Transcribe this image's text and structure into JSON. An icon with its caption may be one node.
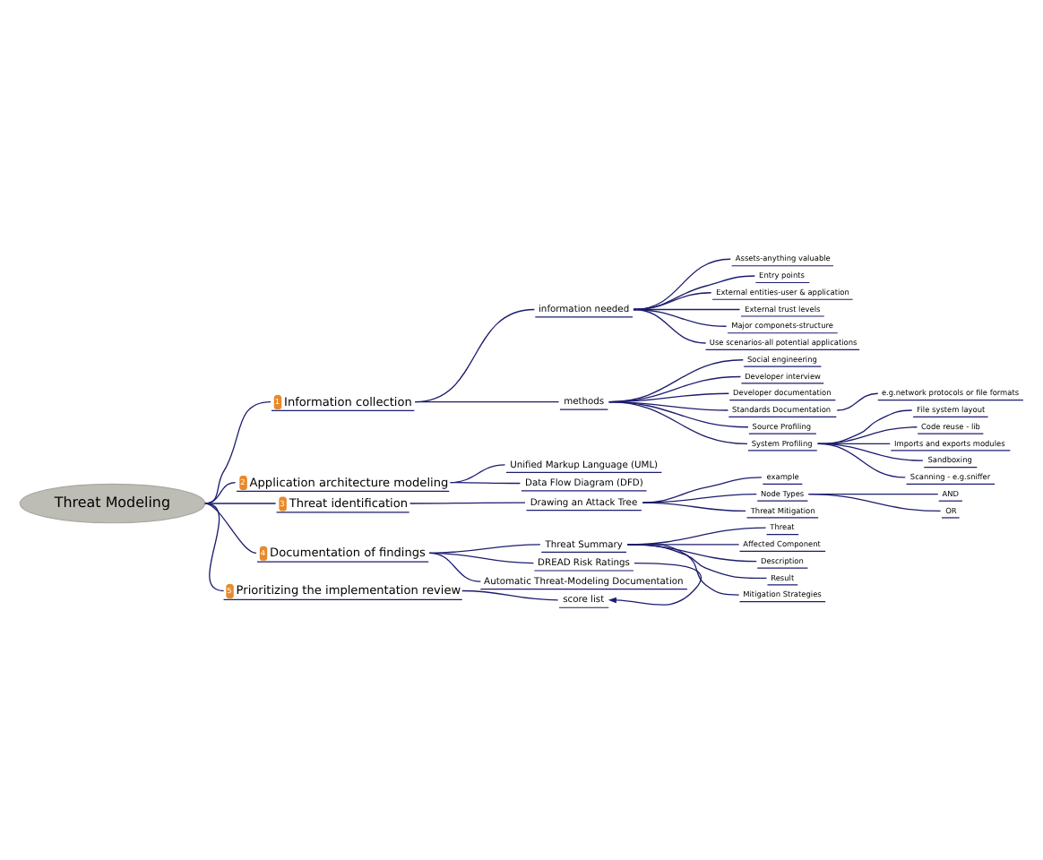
{
  "diagram": {
    "nodes": [
      {
        "text": [
          "Threat Modeling"
        ]
      },
      {
        "text": [
          "1",
          "Information collection"
        ]
      },
      {
        "text": [
          "information needed"
        ]
      },
      {
        "text": [
          "Assets-anything valuable"
        ]
      },
      {
        "text": [
          "Entry points"
        ]
      },
      {
        "text": [
          "External entities-user & application"
        ]
      },
      {
        "text": [
          "External trust levels"
        ]
      },
      {
        "text": [
          "Major componets-structure"
        ]
      },
      {
        "text": [
          "Use scenarios-all potential applications"
        ]
      },
      {
        "text": [
          "methods"
        ]
      },
      {
        "text": [
          "Social engineering"
        ]
      },
      {
        "text": [
          "Developer interview"
        ]
      },
      {
        "text": [
          "Developer documentation"
        ]
      },
      {
        "text": [
          "Standards Documentation"
        ]
      },
      {
        "text": [
          "e.g.network protocols or file formats"
        ]
      },
      {
        "text": [
          "Source Profiling"
        ]
      },
      {
        "text": [
          "System Profiling"
        ]
      },
      {
        "text": [
          "File system layout"
        ]
      },
      {
        "text": [
          "Code reuse - lib"
        ]
      },
      {
        "text": [
          "Imports and exports modules"
        ]
      },
      {
        "text": [
          "Sandboxing"
        ]
      },
      {
        "text": [
          "Scanning - e.g.sniffer"
        ]
      },
      {
        "text": [
          "2",
          "Application architecture modeling"
        ]
      },
      {
        "text": [
          "Unified Markup Language (UML)"
        ]
      },
      {
        "text": [
          "Data Flow Diagram (DFD)"
        ]
      },
      {
        "text": [
          "3",
          "Threat identification"
        ]
      },
      {
        "text": [
          "Drawing an Attack Tree"
        ]
      },
      {
        "text": [
          "example"
        ]
      },
      {
        "text": [
          "Node Types"
        ]
      },
      {
        "text": [
          "AND"
        ]
      },
      {
        "text": [
          "OR"
        ]
      },
      {
        "text": [
          "Threat Mitigation"
        ]
      },
      {
        "text": [
          "4",
          "Documentation of findings"
        ]
      },
      {
        "text": [
          "Threat Summary"
        ]
      },
      {
        "text": [
          "Threat"
        ]
      },
      {
        "text": [
          "Affected Component"
        ]
      },
      {
        "text": [
          "Description"
        ]
      },
      {
        "text": [
          "Result"
        ]
      },
      {
        "text": [
          "Mitigation Strategies"
        ]
      },
      {
        "text": [
          "DREAD Risk Ratings"
        ]
      },
      {
        "text": [
          "Automatic Threat-Modeling Documentation"
        ]
      },
      {
        "text": [
          "5",
          "Prioritizing the implementation review"
        ]
      },
      {
        "text": [
          "score list"
        ]
      }
    ],
    "edges": [
      {
        "from": 0,
        "to": 1,
        "arrow": "none"
      },
      {
        "from": 1,
        "to": 2,
        "arrow": "none"
      },
      {
        "from": 2,
        "to": 3,
        "arrow": "none"
      },
      {
        "from": 2,
        "to": 4,
        "arrow": "none"
      },
      {
        "from": 2,
        "to": 5,
        "arrow": "none"
      },
      {
        "from": 2,
        "to": 6,
        "arrow": "none"
      },
      {
        "from": 2,
        "to": 7,
        "arrow": "none"
      },
      {
        "from": 2,
        "to": 8,
        "arrow": "none"
      },
      {
        "from": 1,
        "to": 9,
        "arrow": "none"
      },
      {
        "from": 9,
        "to": 10,
        "arrow": "none"
      },
      {
        "from": 9,
        "to": 11,
        "arrow": "none"
      },
      {
        "from": 9,
        "to": 12,
        "arrow": "none"
      },
      {
        "from": 9,
        "to": 13,
        "arrow": "none"
      },
      {
        "from": 13,
        "to": 14,
        "arrow": "none"
      },
      {
        "from": 9,
        "to": 15,
        "arrow": "none"
      },
      {
        "from": 9,
        "to": 16,
        "arrow": "none"
      },
      {
        "from": 16,
        "to": 17,
        "arrow": "none"
      },
      {
        "from": 16,
        "to": 18,
        "arrow": "none"
      },
      {
        "from": 16,
        "to": 19,
        "arrow": "none"
      },
      {
        "from": 16,
        "to": 20,
        "arrow": "none"
      },
      {
        "from": 16,
        "to": 21,
        "arrow": "none"
      },
      {
        "from": 0,
        "to": 22,
        "arrow": "none"
      },
      {
        "from": 22,
        "to": 23,
        "arrow": "none"
      },
      {
        "from": 22,
        "to": 24,
        "arrow": "none"
      },
      {
        "from": 0,
        "to": 25,
        "arrow": "none"
      },
      {
        "from": 25,
        "to": 26,
        "arrow": "none"
      },
      {
        "from": 26,
        "to": 27,
        "arrow": "none"
      },
      {
        "from": 26,
        "to": 28,
        "arrow": "none"
      },
      {
        "from": 28,
        "to": 29,
        "arrow": "none"
      },
      {
        "from": 28,
        "to": 30,
        "arrow": "none"
      },
      {
        "from": 26,
        "to": 31,
        "arrow": "none"
      },
      {
        "from": 0,
        "to": 32,
        "arrow": "none"
      },
      {
        "from": 32,
        "to": 33,
        "arrow": "none"
      },
      {
        "from": 33,
        "to": 34,
        "arrow": "none"
      },
      {
        "from": 33,
        "to": 35,
        "arrow": "none"
      },
      {
        "from": 33,
        "to": 36,
        "arrow": "none"
      },
      {
        "from": 33,
        "to": 37,
        "arrow": "none"
      },
      {
        "from": 33,
        "to": 38,
        "arrow": "none"
      },
      {
        "from": 32,
        "to": 39,
        "arrow": "none"
      },
      {
        "from": 32,
        "to": 40,
        "arrow": "none"
      },
      {
        "from": 0,
        "to": 41,
        "arrow": "none"
      },
      {
        "from": 41,
        "to": 42,
        "arrow": "none"
      },
      {
        "from": 39,
        "to": 42,
        "arrow": "to"
      }
    ]
  }
}
